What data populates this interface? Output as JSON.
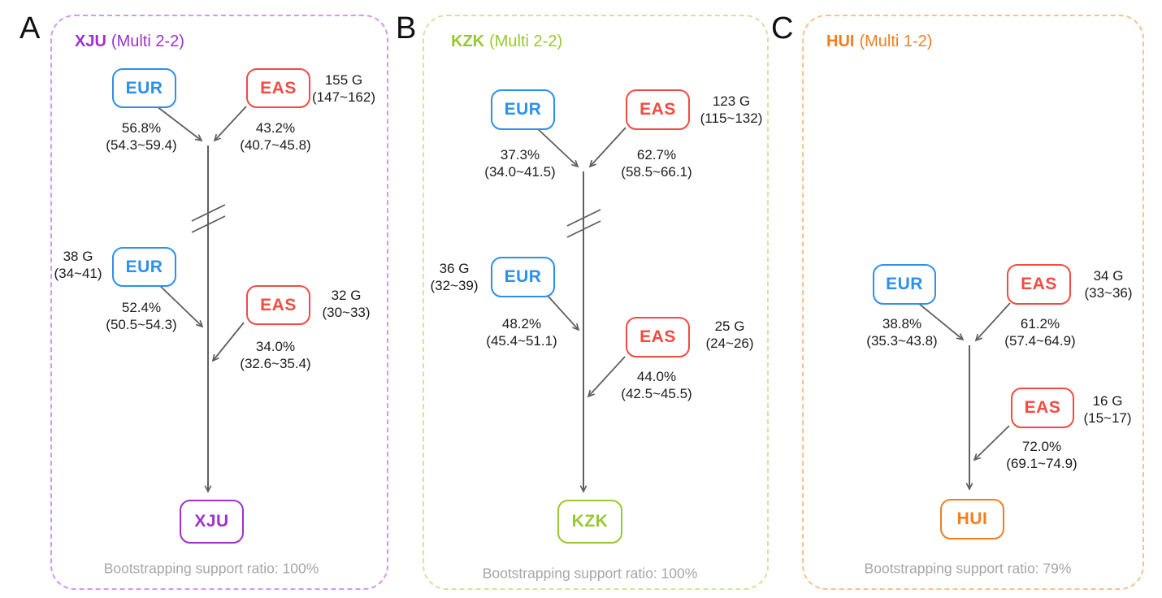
{
  "colors": {
    "eur_blue": "#2b90ee",
    "eas_red": "#f24b42",
    "xju_purple": "#9c33cc",
    "kzk_green": "#97c832",
    "hui_orange": "#f47d20",
    "arrow_gray": "#5f5f5f",
    "footer_gray": "#a6a6a6"
  },
  "panels": [
    {
      "letter": "A",
      "population": "XJU",
      "model": "(Multi 2-2)",
      "accent_color": "#9c33cc",
      "panel_border_color": "#d398ef",
      "footer": "Bootstrapping support ratio: 100%",
      "target": "XJU",
      "events": [
        {
          "left_source": "EUR",
          "right_source": "EAS",
          "generations": "155 G",
          "generations_range": "(147~162)",
          "left_proportion": "56.8%",
          "left_proportion_range": "(54.3~59.4)",
          "right_proportion": "43.2%",
          "right_proportion_range": "(40.7~45.8)"
        },
        {
          "left_source": "EUR",
          "left_generations": "38 G",
          "left_generations_range": "(34~41)",
          "left_proportion": "52.4%",
          "left_proportion_range": "(50.5~54.3)",
          "right_source": "EAS",
          "right_generations": "32 G",
          "right_generations_range": "(30~33)",
          "right_proportion": "34.0%",
          "right_proportion_range": "(32.6~35.4)"
        }
      ]
    },
    {
      "letter": "B",
      "population": "KZK",
      "model": "(Multi 2-2)",
      "accent_color": "#97c832",
      "panel_border_color": "#cde6a0",
      "footer": "Bootstrapping support ratio: 100%",
      "target": "KZK",
      "events": [
        {
          "left_source": "EUR",
          "right_source": "EAS",
          "generations": "123 G",
          "generations_range": "(115~132)",
          "left_proportion": "37.3%",
          "left_proportion_range": "(34.0~41.5)",
          "right_proportion": "62.7%",
          "right_proportion_range": "(58.5~66.1)"
        },
        {
          "left_source": "EUR",
          "left_generations": "36 G",
          "left_generations_range": "(32~39)",
          "left_proportion": "48.2%",
          "left_proportion_range": "(45.4~51.1)",
          "right_source": "EAS",
          "right_generations": "25 G",
          "right_generations_range": "(24~26)",
          "right_proportion": "44.0%",
          "right_proportion_range": "(42.5~45.5)"
        }
      ]
    },
    {
      "letter": "C",
      "population": "HUI",
      "model": "(Multi 1-2)",
      "accent_color": "#f47d20",
      "panel_border_color": "#f9c18c",
      "footer": "Bootstrapping support ratio: 79%",
      "target": "HUI",
      "events": [
        {
          "left_source": "EUR",
          "right_source": "EAS",
          "generations": "34 G",
          "generations_range": "(33~36)",
          "left_proportion": "38.8%",
          "left_proportion_range": "(35.3~43.8)",
          "right_proportion": "61.2%",
          "right_proportion_range": "(57.4~64.9)"
        },
        {
          "right_source": "EAS",
          "right_generations": "16 G",
          "right_generations_range": "(15~17)",
          "right_proportion": "72.0%",
          "right_proportion_range": "(69.1~74.9)"
        }
      ]
    }
  ]
}
